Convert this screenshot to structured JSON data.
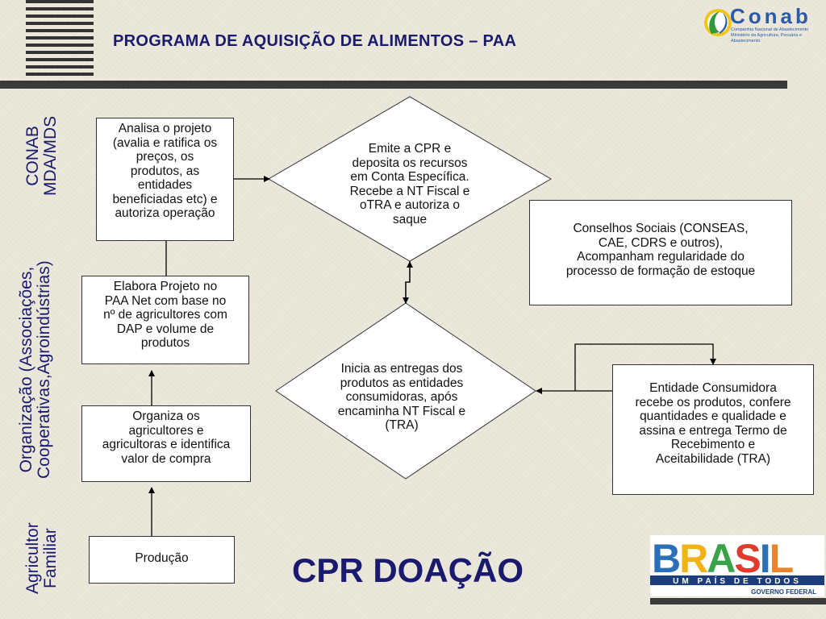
{
  "header": {
    "title": "PROGRAMA DE AQUISIÇÃO DE ALIMENTOS – PAA"
  },
  "logo_conab": {
    "wordmark": "Conab",
    "subtitle": "Companhia Nacional de Abastecimento",
    "ministry": "Ministério da Agricultura, Pecuária e Abastecimento"
  },
  "lanes": {
    "conab": [
      "CONAB",
      "MDA/MDS"
    ],
    "organizacao": [
      "Organização (Associações,",
      "Cooperativas,Agroindústrias)"
    ],
    "agricultor": [
      "Agricultor",
      "Familiar"
    ]
  },
  "boxes": {
    "analisa": [
      "Analisa o projeto",
      "(avalia e ratifica os",
      "preços, os",
      "produtos, as",
      "entidades",
      "beneficiadas etc) e",
      "autoriza operação"
    ],
    "elabora": [
      "Elabora Projeto no",
      "PAA Net com base no",
      "nº de agricultores com",
      "DAP e volume de",
      "produtos"
    ],
    "organiza": [
      "Organiza os",
      "agricultores e",
      "agricultoras e identifica",
      "valor de compra"
    ],
    "producao": [
      "Produção"
    ],
    "conselhos": [
      "Conselhos Sociais (CONSEAS,",
      "CAE, CDRS e outros),",
      "Acompanham regularidade do",
      "processo de formação de estoque"
    ],
    "entidade": [
      "Entidade Consumidora",
      "recebe os produtos, confere",
      "quantidades e qualidade e",
      "assina e entrega Termo de",
      "Recebimento e",
      "Aceitabilidade (TRA)"
    ]
  },
  "diamonds": {
    "emite": [
      "Emite a CPR e",
      "deposita os recursos",
      "em Conta Específica.",
      "Recebe a NT Fiscal e",
      "oTRA e autoriza o",
      "saque"
    ],
    "inicia": [
      "Inicia as entregas dos",
      "produtos as entidades",
      "consumidoras, após",
      "encaminha NT Fiscal e",
      "(TRA)"
    ]
  },
  "footer": {
    "cpr_label": "CPR DOAÇÃO"
  },
  "logo_brasil": {
    "word": "BRASIL",
    "tagline": "UM PAÍS DE TODOS",
    "government": "GOVERNO FEDERAL"
  },
  "colors": {
    "title_blue": "#1a1a6e",
    "bar": "#3a3a3a",
    "background": "#ece9dc"
  }
}
